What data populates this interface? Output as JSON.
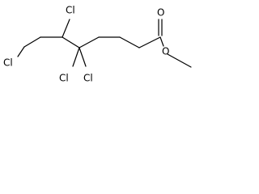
{
  "molecule": {
    "atoms": {
      "cl_top": "Cl",
      "cl_left": "Cl",
      "cl_bottom_left": "Cl",
      "cl_bottom_right": "Cl",
      "o_carbonyl": "O",
      "o_ester": "O"
    }
  }
}
